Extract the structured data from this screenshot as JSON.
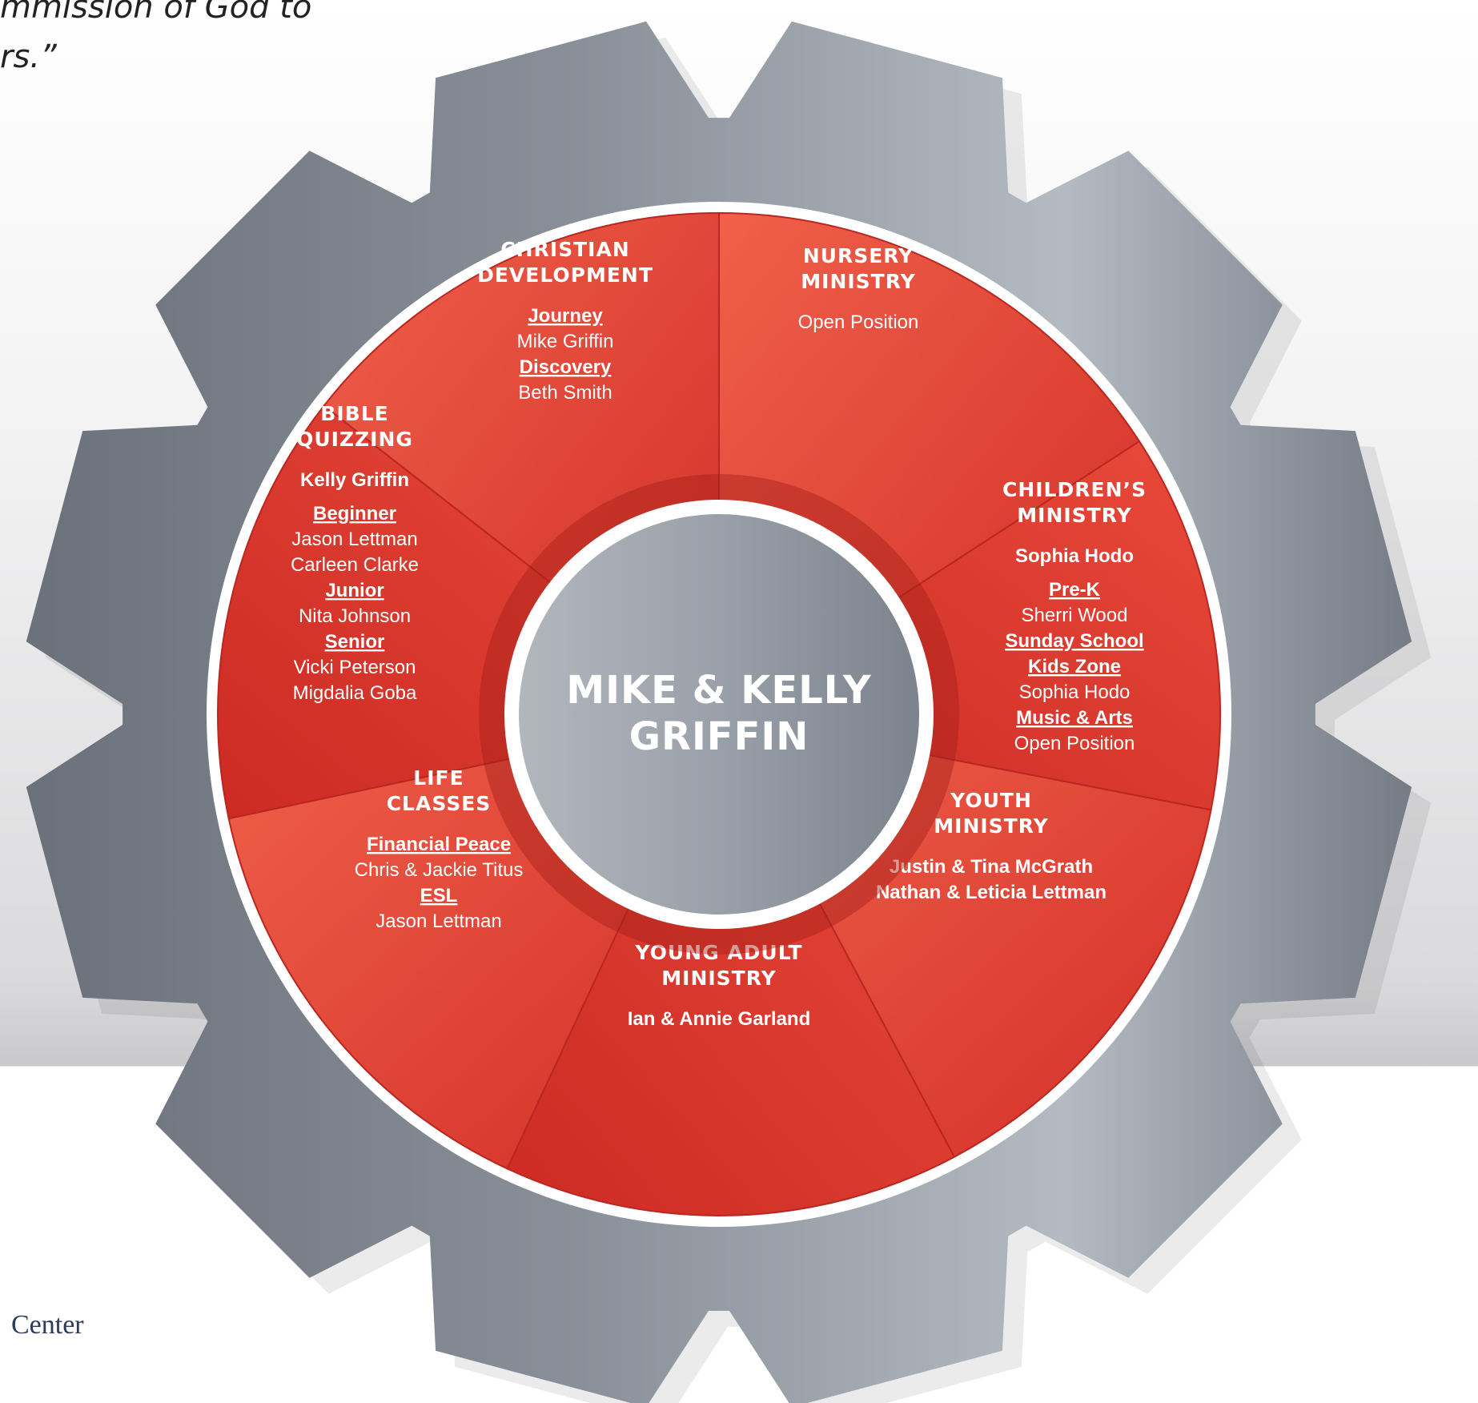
{
  "quote": [
    "mmission of God to",
    "rs.”"
  ],
  "logo_text": "Center",
  "center": {
    "lines": [
      "MIKE & KELLY",
      "GRIFFIN"
    ]
  },
  "colors": {
    "gear_dark": "#6f7580",
    "gear_light": "#b6bcc4",
    "wheel_red": "#d93a2e",
    "wheel_red_light": "#ef5a43",
    "hub_gray": "#9aa0a9",
    "text_white": "#ffffff"
  },
  "sections": [
    {
      "id": "nursery",
      "title": [
        "NURSERY",
        "MINISTRY"
      ],
      "lines": [
        {
          "text": "Open Position",
          "style": "normal"
        }
      ]
    },
    {
      "id": "childrens",
      "title": [
        "CHILDREN’S",
        "MINISTRY"
      ],
      "lines": [
        {
          "text": "Sophia Hodo",
          "style": "bold"
        },
        {
          "text": "Pre-K",
          "style": "sub"
        },
        {
          "text": "Sherri Wood",
          "style": "normal"
        },
        {
          "text": "Sunday School",
          "style": "sub"
        },
        {
          "text": "Kids Zone",
          "style": "sub"
        },
        {
          "text": "Sophia Hodo",
          "style": "normal"
        },
        {
          "text": "Music & Arts",
          "style": "sub"
        },
        {
          "text": "Open Position",
          "style": "normal"
        }
      ]
    },
    {
      "id": "youth",
      "title": [
        "YOUTH",
        "MINISTRY"
      ],
      "lines": [
        {
          "text": "Justin & Tina McGrath",
          "style": "bold"
        },
        {
          "text": "Nathan & Leticia Lettman",
          "style": "bold"
        }
      ]
    },
    {
      "id": "young-adult",
      "title": [
        "YOUNG ADULT",
        "MINISTRY"
      ],
      "lines": [
        {
          "text": "Ian & Annie Garland",
          "style": "bold"
        }
      ]
    },
    {
      "id": "life-classes",
      "title": [
        "LIFE",
        "CLASSES"
      ],
      "lines": [
        {
          "text": "Financial Peace",
          "style": "sub"
        },
        {
          "text": "Chris & Jackie Titus",
          "style": "normal"
        },
        {
          "text": "ESL",
          "style": "sub"
        },
        {
          "text": "Jason Lettman",
          "style": "normal"
        }
      ]
    },
    {
      "id": "bible-quizzing",
      "title": [
        "BIBLE",
        "QUIZZING"
      ],
      "lines": [
        {
          "text": "Kelly Griffin",
          "style": "bold"
        },
        {
          "text": "Beginner",
          "style": "sub"
        },
        {
          "text": "Jason Lettman",
          "style": "normal"
        },
        {
          "text": "Carleen Clarke",
          "style": "normal"
        },
        {
          "text": "Junior",
          "style": "sub"
        },
        {
          "text": "Nita Johnson",
          "style": "normal"
        },
        {
          "text": "Senior",
          "style": "sub"
        },
        {
          "text": "Vicki Peterson",
          "style": "normal"
        },
        {
          "text": "Migdalia Goba",
          "style": "normal"
        }
      ]
    },
    {
      "id": "christian-development",
      "title": [
        "CHRISTIAN",
        "DEVELOPMENT"
      ],
      "lines": [
        {
          "text": "Journey",
          "style": "sub"
        },
        {
          "text": "Mike Griffin",
          "style": "normal"
        },
        {
          "text": "Discovery",
          "style": "sub"
        },
        {
          "text": "Beth Smith",
          "style": "normal"
        }
      ]
    }
  ]
}
